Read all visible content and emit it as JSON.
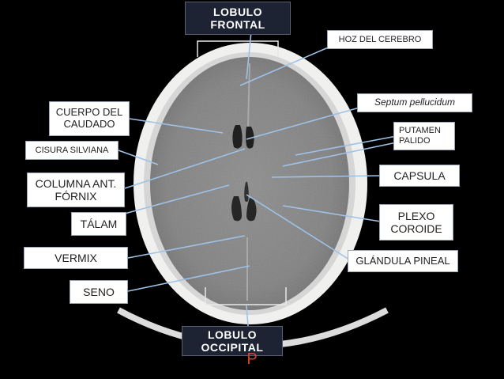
{
  "colors": {
    "arrow": "#9fc2e8",
    "bone": "#f0f0ee",
    "brain": "#808080",
    "label_box": "#ffffff",
    "dark_box": "#1d2333",
    "p_letter": "#c8472e"
  },
  "labels": {
    "lobulo_frontal": [
      "LOBULO",
      "FRONTAL"
    ],
    "hoz_cerebro": "HOZ DEL CEREBRO",
    "septum": "Septum pellucidum",
    "cuerpo_caudado": [
      "CUERPO DEL",
      "CAUDADO"
    ],
    "putamen": [
      "PUTAMEN",
      "PALIDO"
    ],
    "cisura": "CISURA SILVIANA",
    "capsula": "CAPSULA",
    "columna": [
      "COLUMNA ANT.",
      "FÓRNIX"
    ],
    "plexo": [
      "PLEXO",
      "COROIDE"
    ],
    "talamo": "TÁLAM",
    "vermix": "VERMIX",
    "glandula": "GLÁNDULA PINEAL",
    "seno": "SENO",
    "lobulo_occipital": [
      "LOBULO",
      "OCCIPITAL"
    ],
    "p_marker": "P"
  }
}
